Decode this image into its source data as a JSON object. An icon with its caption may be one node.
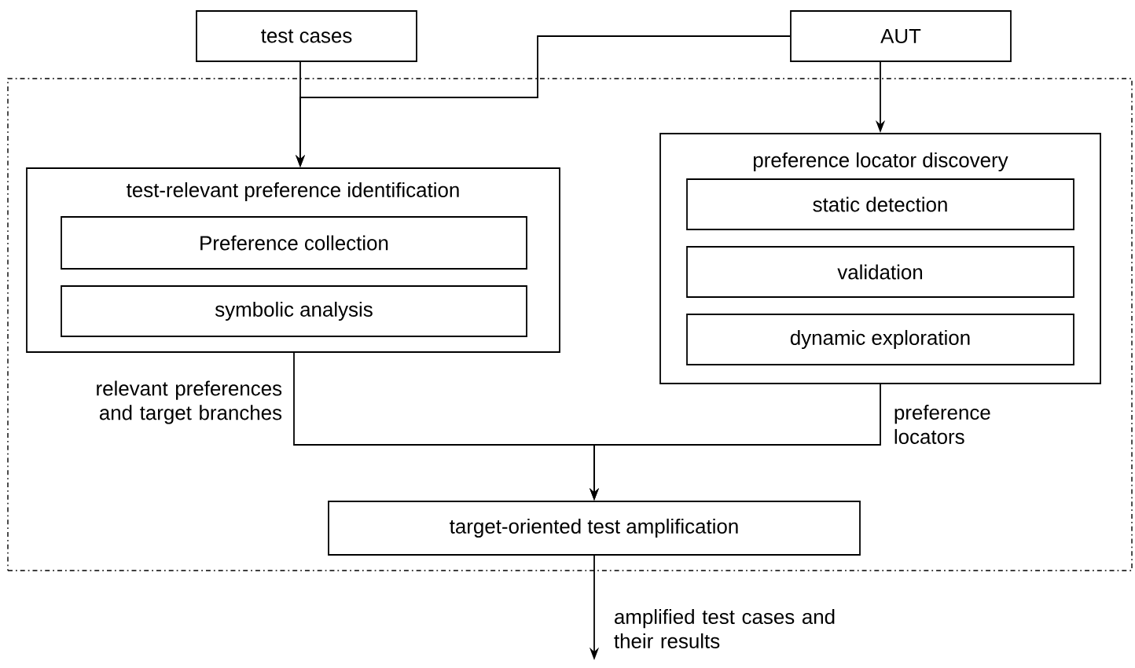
{
  "diagram": {
    "nodes": [
      {
        "text": [
          "test cases"
        ]
      },
      {
        "text": [
          "AUT"
        ]
      },
      {
        "text": [],
        "shape": "box"
      },
      {
        "text": [
          "test-relevant preference identification"
        ],
        "in": 2
      },
      {
        "text": [
          "Preference collection"
        ],
        "in": 3
      },
      {
        "text": [
          "symbolic analysis"
        ],
        "in": 3
      },
      {
        "text": [
          "preference locator discovery"
        ],
        "in": 2
      },
      {
        "text": [
          "static detection"
        ],
        "in": 6
      },
      {
        "text": [
          "validation"
        ],
        "in": 6
      },
      {
        "text": [
          "dynamic exploration"
        ],
        "in": 6
      },
      {
        "text": [
          "target-oriented test amplification"
        ],
        "in": 2
      }
    ],
    "edges": [
      {
        "from": 0,
        "to": 3,
        "arrow": "to"
      },
      {
        "from": 1,
        "to": 3,
        "arrow": "to"
      },
      {
        "from": 1,
        "to": 6,
        "arrow": "to"
      },
      {
        "from": 3,
        "to": 10,
        "arrow": "to",
        "label": "relevant preferences and target branches"
      },
      {
        "from": 6,
        "to": 10,
        "arrow": "to",
        "label": "preference locators"
      },
      {
        "from": 10,
        "to": null,
        "arrow": "to",
        "label": "amplified test cases and their results"
      }
    ]
  }
}
